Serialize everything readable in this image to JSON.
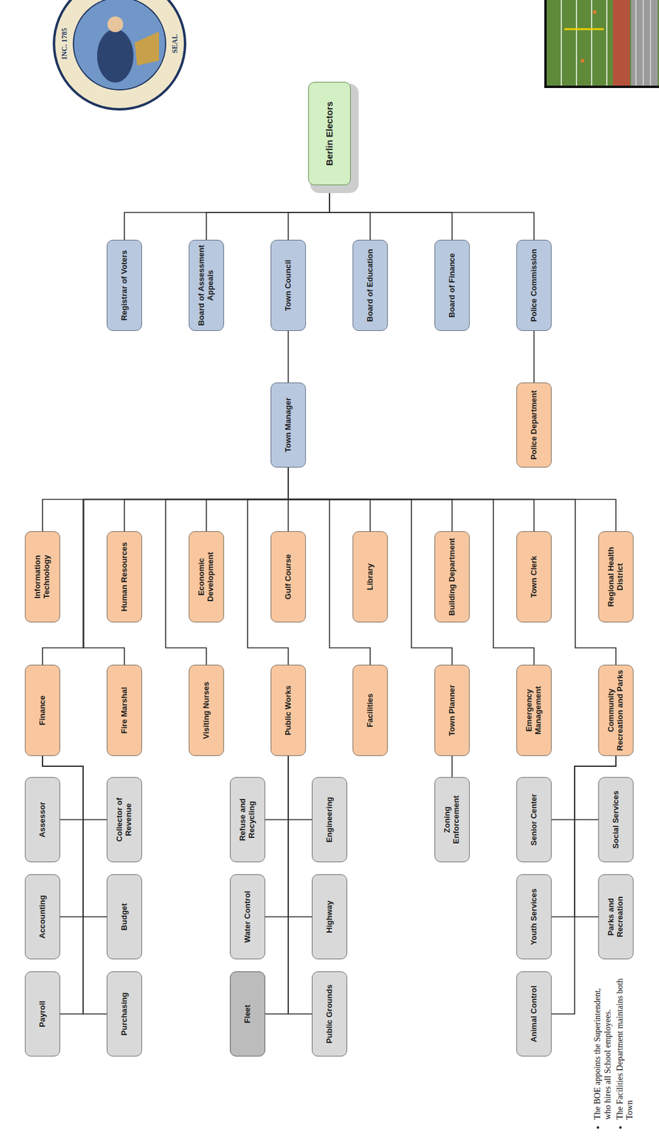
{
  "diagram": {
    "nodes": [
      {
        "text": [
          "Berlin Electors"
        ]
      },
      {
        "text": [
          "Registrar of Voters"
        ]
      },
      {
        "text": [
          "Board of Assessment Appeals"
        ]
      },
      {
        "text": [
          "Town Council"
        ]
      },
      {
        "text": [
          "Board of Education"
        ]
      },
      {
        "text": [
          "Board of Finance"
        ]
      },
      {
        "text": [
          "Police Commission"
        ]
      },
      {
        "text": [
          "Town Manager"
        ]
      },
      {
        "text": [
          "Police Department"
        ]
      },
      {
        "text": [
          "Information Technology"
        ]
      },
      {
        "text": [
          "Human Resources"
        ]
      },
      {
        "text": [
          "Economic Development"
        ]
      },
      {
        "text": [
          "Gulf Course"
        ]
      },
      {
        "text": [
          "Library"
        ]
      },
      {
        "text": [
          "Building Department"
        ]
      },
      {
        "text": [
          "Town Clerk"
        ]
      },
      {
        "text": [
          "Regional Health District"
        ]
      },
      {
        "text": [
          "Finance"
        ]
      },
      {
        "text": [
          "Fire Marshal"
        ]
      },
      {
        "text": [
          "Visiting Nurses"
        ]
      },
      {
        "text": [
          "Public Works"
        ]
      },
      {
        "text": [
          "Facilities"
        ]
      },
      {
        "text": [
          "Town Planner"
        ]
      },
      {
        "text": [
          "Emergency Management"
        ]
      },
      {
        "text": [
          "Community Recreation and Parks"
        ]
      },
      {
        "text": [
          "Assessor"
        ]
      },
      {
        "text": [
          "Collector of Revenue"
        ]
      },
      {
        "text": [
          "Refuse and Recycling"
        ]
      },
      {
        "text": [
          "Engineering"
        ]
      },
      {
        "text": [
          "Zoning Enforcement"
        ]
      },
      {
        "text": [
          "Senior Center"
        ]
      },
      {
        "text": [
          "Social Services"
        ]
      },
      {
        "text": [
          "Accounting"
        ]
      },
      {
        "text": [
          "Budget"
        ]
      },
      {
        "text": [
          "Water Control"
        ]
      },
      {
        "text": [
          "Highway"
        ]
      },
      {
        "text": [
          "Youth Services"
        ]
      },
      {
        "text": [
          "Parks and Recreation"
        ]
      },
      {
        "text": [
          "Payroll"
        ]
      },
      {
        "text": [
          "Purchasing"
        ]
      },
      {
        "text": [
          "Fleet"
        ]
      },
      {
        "text": [
          "Public Grounds"
        ]
      },
      {
        "text": [
          "Animal Control"
        ]
      }
    ],
    "edges": [
      {
        "from": 0,
        "to": 1,
        "arrow": "none"
      },
      {
        "from": 0,
        "to": 2,
        "arrow": "none"
      },
      {
        "from": 0,
        "to": 3,
        "arrow": "none"
      },
      {
        "from": 0,
        "to": 4,
        "arrow": "none"
      },
      {
        "from": 0,
        "to": 5,
        "arrow": "none"
      },
      {
        "from": 0,
        "to": 6,
        "arrow": "none"
      },
      {
        "from": 3,
        "to": 7,
        "arrow": "none"
      },
      {
        "from": 6,
        "to": 8,
        "arrow": "none"
      },
      {
        "from": 7,
        "to": 9,
        "arrow": "none"
      },
      {
        "from": 7,
        "to": 10,
        "arrow": "none"
      },
      {
        "from": 7,
        "to": 11,
        "arrow": "none"
      },
      {
        "from": 7,
        "to": 12,
        "arrow": "none"
      },
      {
        "from": 7,
        "to": 13,
        "arrow": "none"
      },
      {
        "from": 7,
        "to": 14,
        "arrow": "none"
      },
      {
        "from": 7,
        "to": 15,
        "arrow": "none"
      },
      {
        "from": 7,
        "to": 16,
        "arrow": "none"
      },
      {
        "from": 7,
        "to": 17,
        "arrow": "none"
      },
      {
        "from": 7,
        "to": 18,
        "arrow": "none"
      },
      {
        "from": 7,
        "to": 19,
        "arrow": "none"
      },
      {
        "from": 7,
        "to": 20,
        "arrow": "none"
      },
      {
        "from": 7,
        "to": 21,
        "arrow": "none"
      },
      {
        "from": 7,
        "to": 22,
        "arrow": "none"
      },
      {
        "from": 7,
        "to": 23,
        "arrow": "none"
      },
      {
        "from": 7,
        "to": 24,
        "arrow": "none"
      },
      {
        "from": 17,
        "to": 25,
        "arrow": "none"
      },
      {
        "from": 17,
        "to": 26,
        "arrow": "none"
      },
      {
        "from": 17,
        "to": 32,
        "arrow": "none"
      },
      {
        "from": 17,
        "to": 33,
        "arrow": "none"
      },
      {
        "from": 17,
        "to": 38,
        "arrow": "none"
      },
      {
        "from": 17,
        "to": 39,
        "arrow": "none"
      },
      {
        "from": 20,
        "to": 27,
        "arrow": "none"
      },
      {
        "from": 20,
        "to": 28,
        "arrow": "none"
      },
      {
        "from": 20,
        "to": 34,
        "arrow": "none"
      },
      {
        "from": 20,
        "to": 35,
        "arrow": "none"
      },
      {
        "from": 20,
        "to": 40,
        "arrow": "none"
      },
      {
        "from": 20,
        "to": 41,
        "arrow": "none"
      },
      {
        "from": 22,
        "to": 29,
        "arrow": "none"
      },
      {
        "from": 24,
        "to": 30,
        "arrow": "none"
      },
      {
        "from": 24,
        "to": 31,
        "arrow": "none"
      },
      {
        "from": 24,
        "to": 36,
        "arrow": "none"
      },
      {
        "from": 24,
        "to": 37,
        "arrow": "none"
      },
      {
        "from": 24,
        "to": 42,
        "arrow": "none"
      }
    ],
    "labels": [
      "INC. 1785",
      "SEAL",
      "The BOE appoints the Superintendent, who hires all School employees.",
      "The Facilities Department maintains both Town"
    ]
  }
}
